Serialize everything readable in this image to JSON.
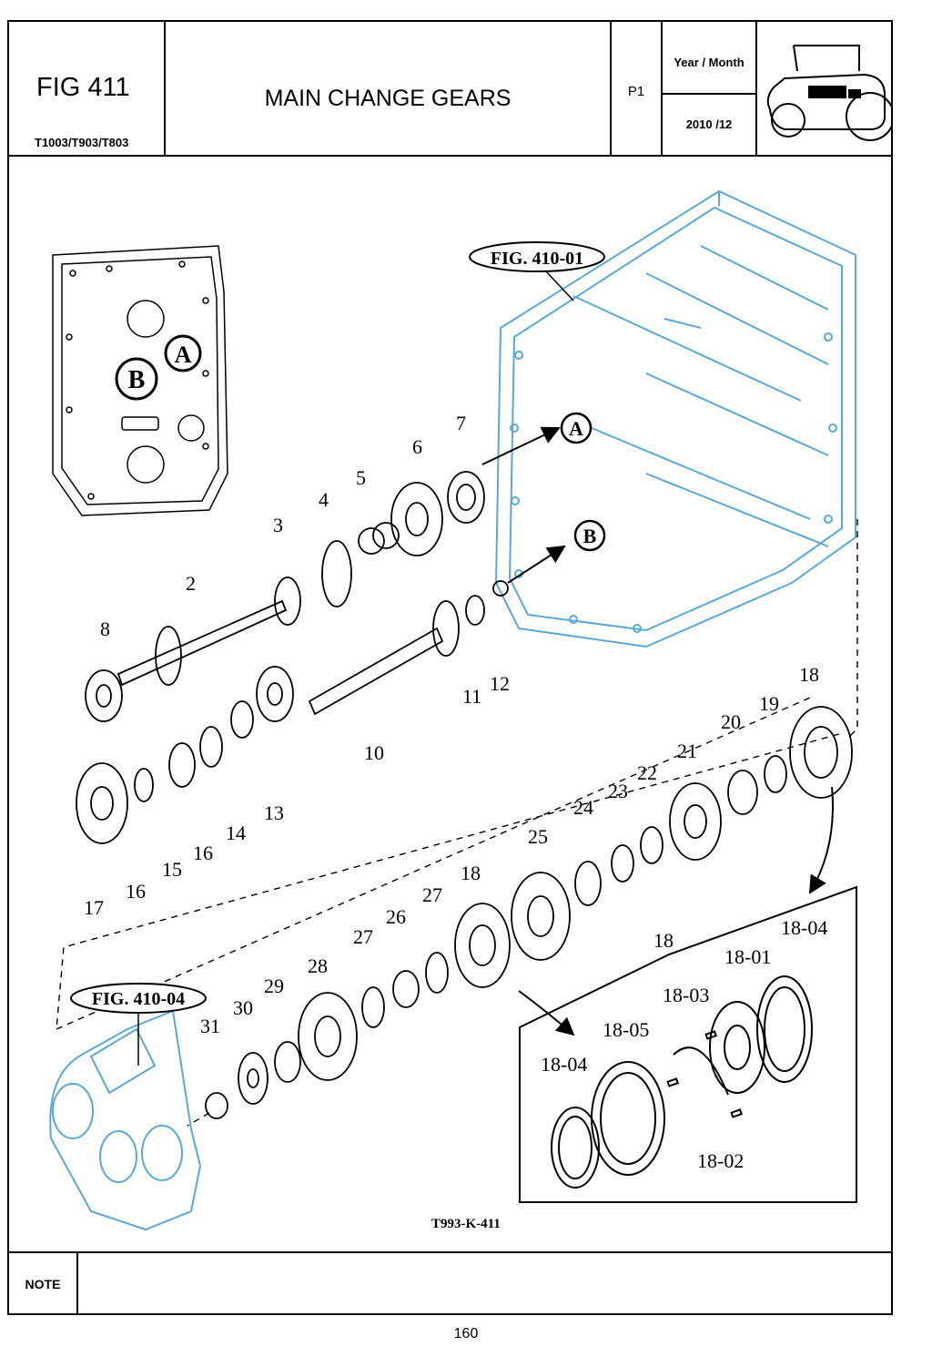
{
  "header": {
    "fig_code": "FIG 411",
    "models": "T1003/T903/T803",
    "title": "MAIN CHANGE GEARS",
    "page_code": "P1",
    "year_month_label": "Year / Month",
    "year_month_value": "2010 /12"
  },
  "drawing": {
    "ref_fig_top": "FIG. 410-01",
    "ref_fig_bottom": "FIG. 410-04",
    "marker_a": "A",
    "marker_b": "B",
    "drawing_code": "T993-K-411",
    "part_labels": [
      "2",
      "3",
      "4",
      "5",
      "6",
      "7",
      "8",
      "10",
      "11",
      "12",
      "13",
      "14",
      "15",
      "16",
      "16",
      "17",
      "18",
      "19",
      "20",
      "21",
      "22",
      "23",
      "24",
      "25",
      "18",
      "27",
      "26",
      "27",
      "28",
      "29",
      "30",
      "31",
      "18",
      "18-04",
      "18-01",
      "18-03",
      "18-05",
      "18-04",
      "18-02"
    ]
  },
  "footer": {
    "note_label": "NOTE",
    "page_number": "160"
  },
  "colors": {
    "line": "#000000",
    "housing": "#5aa8d8"
  }
}
